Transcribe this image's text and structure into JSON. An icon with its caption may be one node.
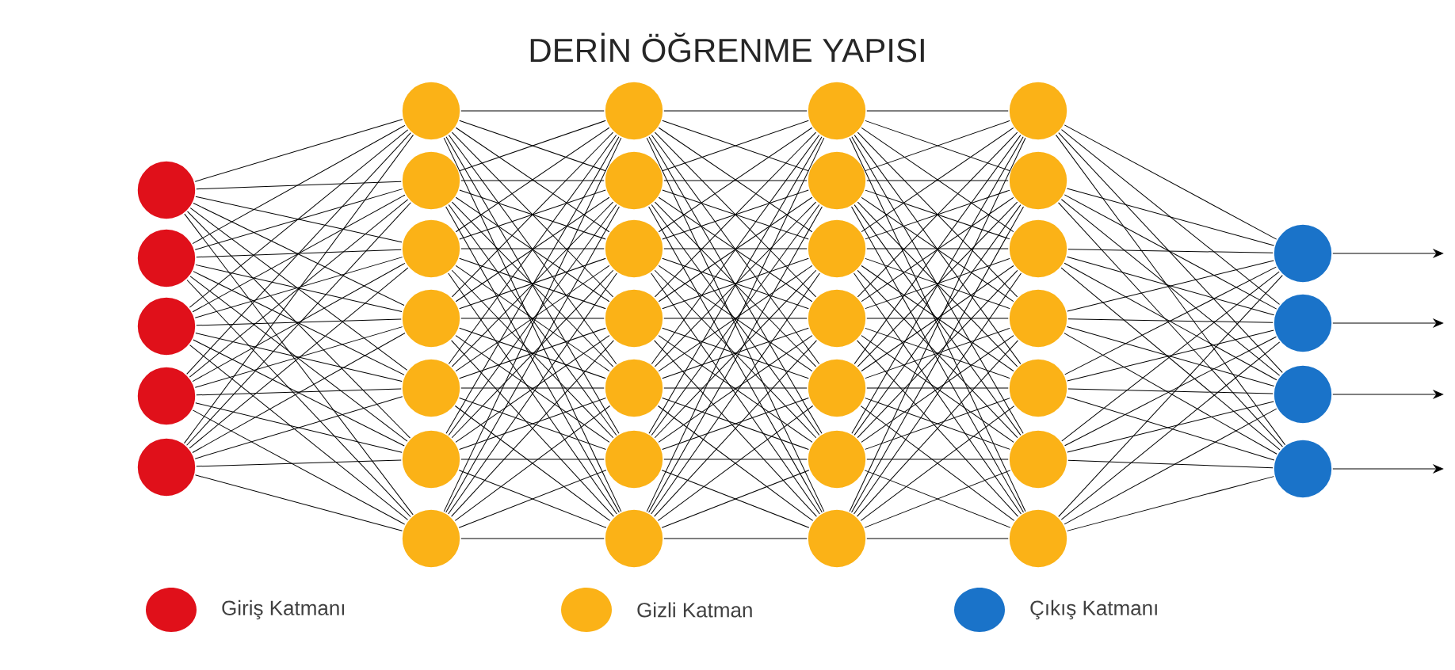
{
  "diagram": {
    "title": "DERİN ÖĞRENME YAPISI",
    "nodes": [
      {
        "text": [],
        "shape": "circle"
      },
      {
        "text": [],
        "shape": "circle"
      },
      {
        "text": [],
        "shape": "circle"
      },
      {
        "text": [],
        "shape": "circle"
      },
      {
        "text": [],
        "shape": "circle"
      },
      {
        "text": [],
        "shape": "circle"
      },
      {
        "text": [],
        "shape": "circle"
      },
      {
        "text": [],
        "shape": "circle"
      },
      {
        "text": [],
        "shape": "circle"
      },
      {
        "text": [],
        "shape": "circle"
      },
      {
        "text": [],
        "shape": "circle"
      },
      {
        "text": [],
        "shape": "circle"
      },
      {
        "text": [],
        "shape": "circle"
      },
      {
        "text": [],
        "shape": "circle"
      },
      {
        "text": [],
        "shape": "circle"
      },
      {
        "text": [],
        "shape": "circle"
      },
      {
        "text": [],
        "shape": "circle"
      },
      {
        "text": [],
        "shape": "circle"
      },
      {
        "text": [],
        "shape": "circle"
      },
      {
        "text": [],
        "shape": "circle"
      },
      {
        "text": [],
        "shape": "circle"
      },
      {
        "text": [],
        "shape": "circle"
      },
      {
        "text": [],
        "shape": "circle"
      },
      {
        "text": [],
        "shape": "circle"
      },
      {
        "text": [],
        "shape": "circle"
      },
      {
        "text": [],
        "shape": "circle"
      },
      {
        "text": [],
        "shape": "circle"
      },
      {
        "text": [],
        "shape": "circle"
      },
      {
        "text": [],
        "shape": "circle"
      },
      {
        "text": [],
        "shape": "circle"
      },
      {
        "text": [],
        "shape": "circle"
      },
      {
        "text": [],
        "shape": "circle"
      },
      {
        "text": [],
        "shape": "circle"
      },
      {
        "text": [],
        "shape": "circle"
      },
      {
        "text": [],
        "shape": "circle"
      },
      {
        "text": [],
        "shape": "circle"
      },
      {
        "text": [],
        "shape": "circle"
      }
    ],
    "edges": [
      {
        "from": 0,
        "to": 5,
        "arrow": "none"
      },
      {
        "from": 0,
        "to": 6,
        "arrow": "none"
      },
      {
        "from": 0,
        "to": 7,
        "arrow": "none"
      },
      {
        "from": 0,
        "to": 8,
        "arrow": "none"
      },
      {
        "from": 0,
        "to": 9,
        "arrow": "none"
      },
      {
        "from": 0,
        "to": 10,
        "arrow": "none"
      },
      {
        "from": 0,
        "to": 11,
        "arrow": "none"
      },
      {
        "from": 1,
        "to": 5,
        "arrow": "none"
      },
      {
        "from": 1,
        "to": 6,
        "arrow": "none"
      },
      {
        "from": 1,
        "to": 7,
        "arrow": "none"
      },
      {
        "from": 1,
        "to": 8,
        "arrow": "none"
      },
      {
        "from": 1,
        "to": 9,
        "arrow": "none"
      },
      {
        "from": 1,
        "to": 10,
        "arrow": "none"
      },
      {
        "from": 1,
        "to": 11,
        "arrow": "none"
      },
      {
        "from": 2,
        "to": 5,
        "arrow": "none"
      },
      {
        "from": 2,
        "to": 6,
        "arrow": "none"
      },
      {
        "from": 2,
        "to": 7,
        "arrow": "none"
      },
      {
        "from": 2,
        "to": 8,
        "arrow": "none"
      },
      {
        "from": 2,
        "to": 9,
        "arrow": "none"
      },
      {
        "from": 2,
        "to": 10,
        "arrow": "none"
      },
      {
        "from": 2,
        "to": 11,
        "arrow": "none"
      },
      {
        "from": 3,
        "to": 5,
        "arrow": "none"
      },
      {
        "from": 3,
        "to": 6,
        "arrow": "none"
      },
      {
        "from": 3,
        "to": 7,
        "arrow": "none"
      },
      {
        "from": 3,
        "to": 8,
        "arrow": "none"
      },
      {
        "from": 3,
        "to": 9,
        "arrow": "none"
      },
      {
        "from": 3,
        "to": 10,
        "arrow": "none"
      },
      {
        "from": 3,
        "to": 11,
        "arrow": "none"
      },
      {
        "from": 4,
        "to": 5,
        "arrow": "none"
      },
      {
        "from": 4,
        "to": 6,
        "arrow": "none"
      },
      {
        "from": 4,
        "to": 7,
        "arrow": "none"
      },
      {
        "from": 4,
        "to": 8,
        "arrow": "none"
      },
      {
        "from": 4,
        "to": 9,
        "arrow": "none"
      },
      {
        "from": 4,
        "to": 10,
        "arrow": "none"
      },
      {
        "from": 4,
        "to": 11,
        "arrow": "none"
      },
      {
        "from": 5,
        "to": 12,
        "arrow": "none"
      },
      {
        "from": 5,
        "to": 13,
        "arrow": "none"
      },
      {
        "from": 5,
        "to": 14,
        "arrow": "none"
      },
      {
        "from": 5,
        "to": 15,
        "arrow": "none"
      },
      {
        "from": 5,
        "to": 16,
        "arrow": "none"
      },
      {
        "from": 5,
        "to": 17,
        "arrow": "none"
      },
      {
        "from": 5,
        "to": 18,
        "arrow": "none"
      },
      {
        "from": 6,
        "to": 12,
        "arrow": "none"
      },
      {
        "from": 6,
        "to": 13,
        "arrow": "none"
      },
      {
        "from": 6,
        "to": 14,
        "arrow": "none"
      },
      {
        "from": 6,
        "to": 15,
        "arrow": "none"
      },
      {
        "from": 6,
        "to": 16,
        "arrow": "none"
      },
      {
        "from": 6,
        "to": 17,
        "arrow": "none"
      },
      {
        "from": 6,
        "to": 18,
        "arrow": "none"
      },
      {
        "from": 7,
        "to": 12,
        "arrow": "none"
      },
      {
        "from": 7,
        "to": 13,
        "arrow": "none"
      },
      {
        "from": 7,
        "to": 14,
        "arrow": "none"
      },
      {
        "from": 7,
        "to": 15,
        "arrow": "none"
      },
      {
        "from": 7,
        "to": 16,
        "arrow": "none"
      },
      {
        "from": 7,
        "to": 17,
        "arrow": "none"
      },
      {
        "from": 7,
        "to": 18,
        "arrow": "none"
      },
      {
        "from": 8,
        "to": 12,
        "arrow": "none"
      },
      {
        "from": 8,
        "to": 13,
        "arrow": "none"
      },
      {
        "from": 8,
        "to": 14,
        "arrow": "none"
      },
      {
        "from": 8,
        "to": 15,
        "arrow": "none"
      },
      {
        "from": 8,
        "to": 16,
        "arrow": "none"
      },
      {
        "from": 8,
        "to": 17,
        "arrow": "none"
      },
      {
        "from": 8,
        "to": 18,
        "arrow": "none"
      },
      {
        "from": 9,
        "to": 12,
        "arrow": "none"
      },
      {
        "from": 9,
        "to": 13,
        "arrow": "none"
      },
      {
        "from": 9,
        "to": 14,
        "arrow": "none"
      },
      {
        "from": 9,
        "to": 15,
        "arrow": "none"
      },
      {
        "from": 9,
        "to": 16,
        "arrow": "none"
      },
      {
        "from": 9,
        "to": 17,
        "arrow": "none"
      },
      {
        "from": 9,
        "to": 18,
        "arrow": "none"
      },
      {
        "from": 10,
        "to": 12,
        "arrow": "none"
      },
      {
        "from": 10,
        "to": 13,
        "arrow": "none"
      },
      {
        "from": 10,
        "to": 14,
        "arrow": "none"
      },
      {
        "from": 10,
        "to": 15,
        "arrow": "none"
      },
      {
        "from": 10,
        "to": 16,
        "arrow": "none"
      },
      {
        "from": 10,
        "to": 17,
        "arrow": "none"
      },
      {
        "from": 10,
        "to": 18,
        "arrow": "none"
      },
      {
        "from": 11,
        "to": 12,
        "arrow": "none"
      },
      {
        "from": 11,
        "to": 13,
        "arrow": "none"
      },
      {
        "from": 11,
        "to": 14,
        "arrow": "none"
      },
      {
        "from": 11,
        "to": 15,
        "arrow": "none"
      },
      {
        "from": 11,
        "to": 16,
        "arrow": "none"
      },
      {
        "from": 11,
        "to": 17,
        "arrow": "none"
      },
      {
        "from": 11,
        "to": 18,
        "arrow": "none"
      },
      {
        "from": 12,
        "to": 19,
        "arrow": "none"
      },
      {
        "from": 12,
        "to": 20,
        "arrow": "none"
      },
      {
        "from": 12,
        "to": 21,
        "arrow": "none"
      },
      {
        "from": 12,
        "to": 22,
        "arrow": "none"
      },
      {
        "from": 12,
        "to": 23,
        "arrow": "none"
      },
      {
        "from": 12,
        "to": 24,
        "arrow": "none"
      },
      {
        "from": 12,
        "to": 25,
        "arrow": "none"
      },
      {
        "from": 13,
        "to": 19,
        "arrow": "none"
      },
      {
        "from": 13,
        "to": 20,
        "arrow": "none"
      },
      {
        "from": 13,
        "to": 21,
        "arrow": "none"
      },
      {
        "from": 13,
        "to": 22,
        "arrow": "none"
      },
      {
        "from": 13,
        "to": 23,
        "arrow": "none"
      },
      {
        "from": 13,
        "to": 24,
        "arrow": "none"
      },
      {
        "from": 13,
        "to": 25,
        "arrow": "none"
      },
      {
        "from": 14,
        "to": 19,
        "arrow": "none"
      },
      {
        "from": 14,
        "to": 20,
        "arrow": "none"
      },
      {
        "from": 14,
        "to": 21,
        "arrow": "none"
      },
      {
        "from": 14,
        "to": 22,
        "arrow": "none"
      },
      {
        "from": 14,
        "to": 23,
        "arrow": "none"
      },
      {
        "from": 14,
        "to": 24,
        "arrow": "none"
      },
      {
        "from": 14,
        "to": 25,
        "arrow": "none"
      },
      {
        "from": 15,
        "to": 19,
        "arrow": "none"
      },
      {
        "from": 15,
        "to": 20,
        "arrow": "none"
      },
      {
        "from": 15,
        "to": 21,
        "arrow": "none"
      },
      {
        "from": 15,
        "to": 22,
        "arrow": "none"
      },
      {
        "from": 15,
        "to": 23,
        "arrow": "none"
      },
      {
        "from": 15,
        "to": 24,
        "arrow": "none"
      },
      {
        "from": 15,
        "to": 25,
        "arrow": "none"
      },
      {
        "from": 16,
        "to": 19,
        "arrow": "none"
      },
      {
        "from": 16,
        "to": 20,
        "arrow": "none"
      },
      {
        "from": 16,
        "to": 21,
        "arrow": "none"
      },
      {
        "from": 16,
        "to": 22,
        "arrow": "none"
      },
      {
        "from": 16,
        "to": 23,
        "arrow": "none"
      },
      {
        "from": 16,
        "to": 24,
        "arrow": "none"
      },
      {
        "from": 16,
        "to": 25,
        "arrow": "none"
      },
      {
        "from": 17,
        "to": 19,
        "arrow": "none"
      },
      {
        "from": 17,
        "to": 20,
        "arrow": "none"
      },
      {
        "from": 17,
        "to": 21,
        "arrow": "none"
      },
      {
        "from": 17,
        "to": 22,
        "arrow": "none"
      },
      {
        "from": 17,
        "to": 23,
        "arrow": "none"
      },
      {
        "from": 17,
        "to": 24,
        "arrow": "none"
      },
      {
        "from": 17,
        "to": 25,
        "arrow": "none"
      },
      {
        "from": 18,
        "to": 19,
        "arrow": "none"
      },
      {
        "from": 18,
        "to": 20,
        "arrow": "none"
      },
      {
        "from": 18,
        "to": 21,
        "arrow": "none"
      },
      {
        "from": 18,
        "to": 22,
        "arrow": "none"
      },
      {
        "from": 18,
        "to": 23,
        "arrow": "none"
      },
      {
        "from": 18,
        "to": 24,
        "arrow": "none"
      },
      {
        "from": 18,
        "to": 25,
        "arrow": "none"
      },
      {
        "from": 19,
        "to": 26,
        "arrow": "none"
      },
      {
        "from": 19,
        "to": 27,
        "arrow": "none"
      },
      {
        "from": 19,
        "to": 28,
        "arrow": "none"
      },
      {
        "from": 19,
        "to": 29,
        "arrow": "none"
      },
      {
        "from": 19,
        "to": 30,
        "arrow": "none"
      },
      {
        "from": 19,
        "to": 31,
        "arrow": "none"
      },
      {
        "from": 19,
        "to": 32,
        "arrow": "none"
      },
      {
        "from": 20,
        "to": 26,
        "arrow": "none"
      },
      {
        "from": 20,
        "to": 27,
        "arrow": "none"
      },
      {
        "from": 20,
        "to": 28,
        "arrow": "none"
      },
      {
        "from": 20,
        "to": 29,
        "arrow": "none"
      },
      {
        "from": 20,
        "to": 30,
        "arrow": "none"
      },
      {
        "from": 20,
        "to": 31,
        "arrow": "none"
      },
      {
        "from": 20,
        "to": 32,
        "arrow": "none"
      },
      {
        "from": 21,
        "to": 26,
        "arrow": "none"
      },
      {
        "from": 21,
        "to": 27,
        "arrow": "none"
      },
      {
        "from": 21,
        "to": 28,
        "arrow": "none"
      },
      {
        "from": 21,
        "to": 29,
        "arrow": "none"
      },
      {
        "from": 21,
        "to": 30,
        "arrow": "none"
      },
      {
        "from": 21,
        "to": 31,
        "arrow": "none"
      },
      {
        "from": 21,
        "to": 32,
        "arrow": "none"
      },
      {
        "from": 22,
        "to": 26,
        "arrow": "none"
      },
      {
        "from": 22,
        "to": 27,
        "arrow": "none"
      },
      {
        "from": 22,
        "to": 28,
        "arrow": "none"
      },
      {
        "from": 22,
        "to": 29,
        "arrow": "none"
      },
      {
        "from": 22,
        "to": 30,
        "arrow": "none"
      },
      {
        "from": 22,
        "to": 31,
        "arrow": "none"
      },
      {
        "from": 22,
        "to": 32,
        "arrow": "none"
      },
      {
        "from": 23,
        "to": 26,
        "arrow": "none"
      },
      {
        "from": 23,
        "to": 27,
        "arrow": "none"
      },
      {
        "from": 23,
        "to": 28,
        "arrow": "none"
      },
      {
        "from": 23,
        "to": 29,
        "arrow": "none"
      },
      {
        "from": 23,
        "to": 30,
        "arrow": "none"
      },
      {
        "from": 23,
        "to": 31,
        "arrow": "none"
      },
      {
        "from": 23,
        "to": 32,
        "arrow": "none"
      },
      {
        "from": 24,
        "to": 26,
        "arrow": "none"
      },
      {
        "from": 24,
        "to": 27,
        "arrow": "none"
      },
      {
        "from": 24,
        "to": 28,
        "arrow": "none"
      },
      {
        "from": 24,
        "to": 29,
        "arrow": "none"
      },
      {
        "from": 24,
        "to": 30,
        "arrow": "none"
      },
      {
        "from": 24,
        "to": 31,
        "arrow": "none"
      },
      {
        "from": 24,
        "to": 32,
        "arrow": "none"
      },
      {
        "from": 25,
        "to": 26,
        "arrow": "none"
      },
      {
        "from": 25,
        "to": 27,
        "arrow": "none"
      },
      {
        "from": 25,
        "to": 28,
        "arrow": "none"
      },
      {
        "from": 25,
        "to": 29,
        "arrow": "none"
      },
      {
        "from": 25,
        "to": 30,
        "arrow": "none"
      },
      {
        "from": 25,
        "to": 31,
        "arrow": "none"
      },
      {
        "from": 25,
        "to": 32,
        "arrow": "none"
      },
      {
        "from": 26,
        "to": 33,
        "arrow": "none"
      },
      {
        "from": 26,
        "to": 34,
        "arrow": "none"
      },
      {
        "from": 26,
        "to": 35,
        "arrow": "none"
      },
      {
        "from": 26,
        "to": 36,
        "arrow": "none"
      },
      {
        "from": 27,
        "to": 33,
        "arrow": "none"
      },
      {
        "from": 27,
        "to": 34,
        "arrow": "none"
      },
      {
        "from": 27,
        "to": 35,
        "arrow": "none"
      },
      {
        "from": 27,
        "to": 36,
        "arrow": "none"
      },
      {
        "from": 28,
        "to": 33,
        "arrow": "none"
      },
      {
        "from": 28,
        "to": 34,
        "arrow": "none"
      },
      {
        "from": 28,
        "to": 35,
        "arrow": "none"
      },
      {
        "from": 28,
        "to": 36,
        "arrow": "none"
      },
      {
        "from": 29,
        "to": 33,
        "arrow": "none"
      },
      {
        "from": 29,
        "to": 34,
        "arrow": "none"
      },
      {
        "from": 29,
        "to": 35,
        "arrow": "none"
      },
      {
        "from": 29,
        "to": 36,
        "arrow": "none"
      },
      {
        "from": 30,
        "to": 33,
        "arrow": "none"
      },
      {
        "from": 30,
        "to": 34,
        "arrow": "none"
      },
      {
        "from": 30,
        "to": 35,
        "arrow": "none"
      },
      {
        "from": 30,
        "to": 36,
        "arrow": "none"
      },
      {
        "from": 31,
        "to": 33,
        "arrow": "none"
      },
      {
        "from": 31,
        "to": 34,
        "arrow": "none"
      },
      {
        "from": 31,
        "to": 35,
        "arrow": "none"
      },
      {
        "from": 31,
        "to": 36,
        "arrow": "none"
      },
      {
        "from": 32,
        "to": 33,
        "arrow": "none"
      },
      {
        "from": 32,
        "to": 34,
        "arrow": "none"
      },
      {
        "from": 32,
        "to": 35,
        "arrow": "none"
      },
      {
        "from": 32,
        "to": 36,
        "arrow": "none"
      },
      {
        "from": 33,
        "to": null,
        "arrow": "to"
      },
      {
        "from": 34,
        "to": null,
        "arrow": "to"
      },
      {
        "from": 35,
        "to": null,
        "arrow": "to"
      },
      {
        "from": 36,
        "to": null,
        "arrow": "to"
      }
    ],
    "legend": [
      {
        "text": "Giriş Katmanı",
        "color": "#e0101a"
      },
      {
        "text": "Gizli Katman",
        "color": "#fbb217"
      },
      {
        "text": "Çıkış Katmanı",
        "color": "#1a73c9"
      }
    ]
  }
}
